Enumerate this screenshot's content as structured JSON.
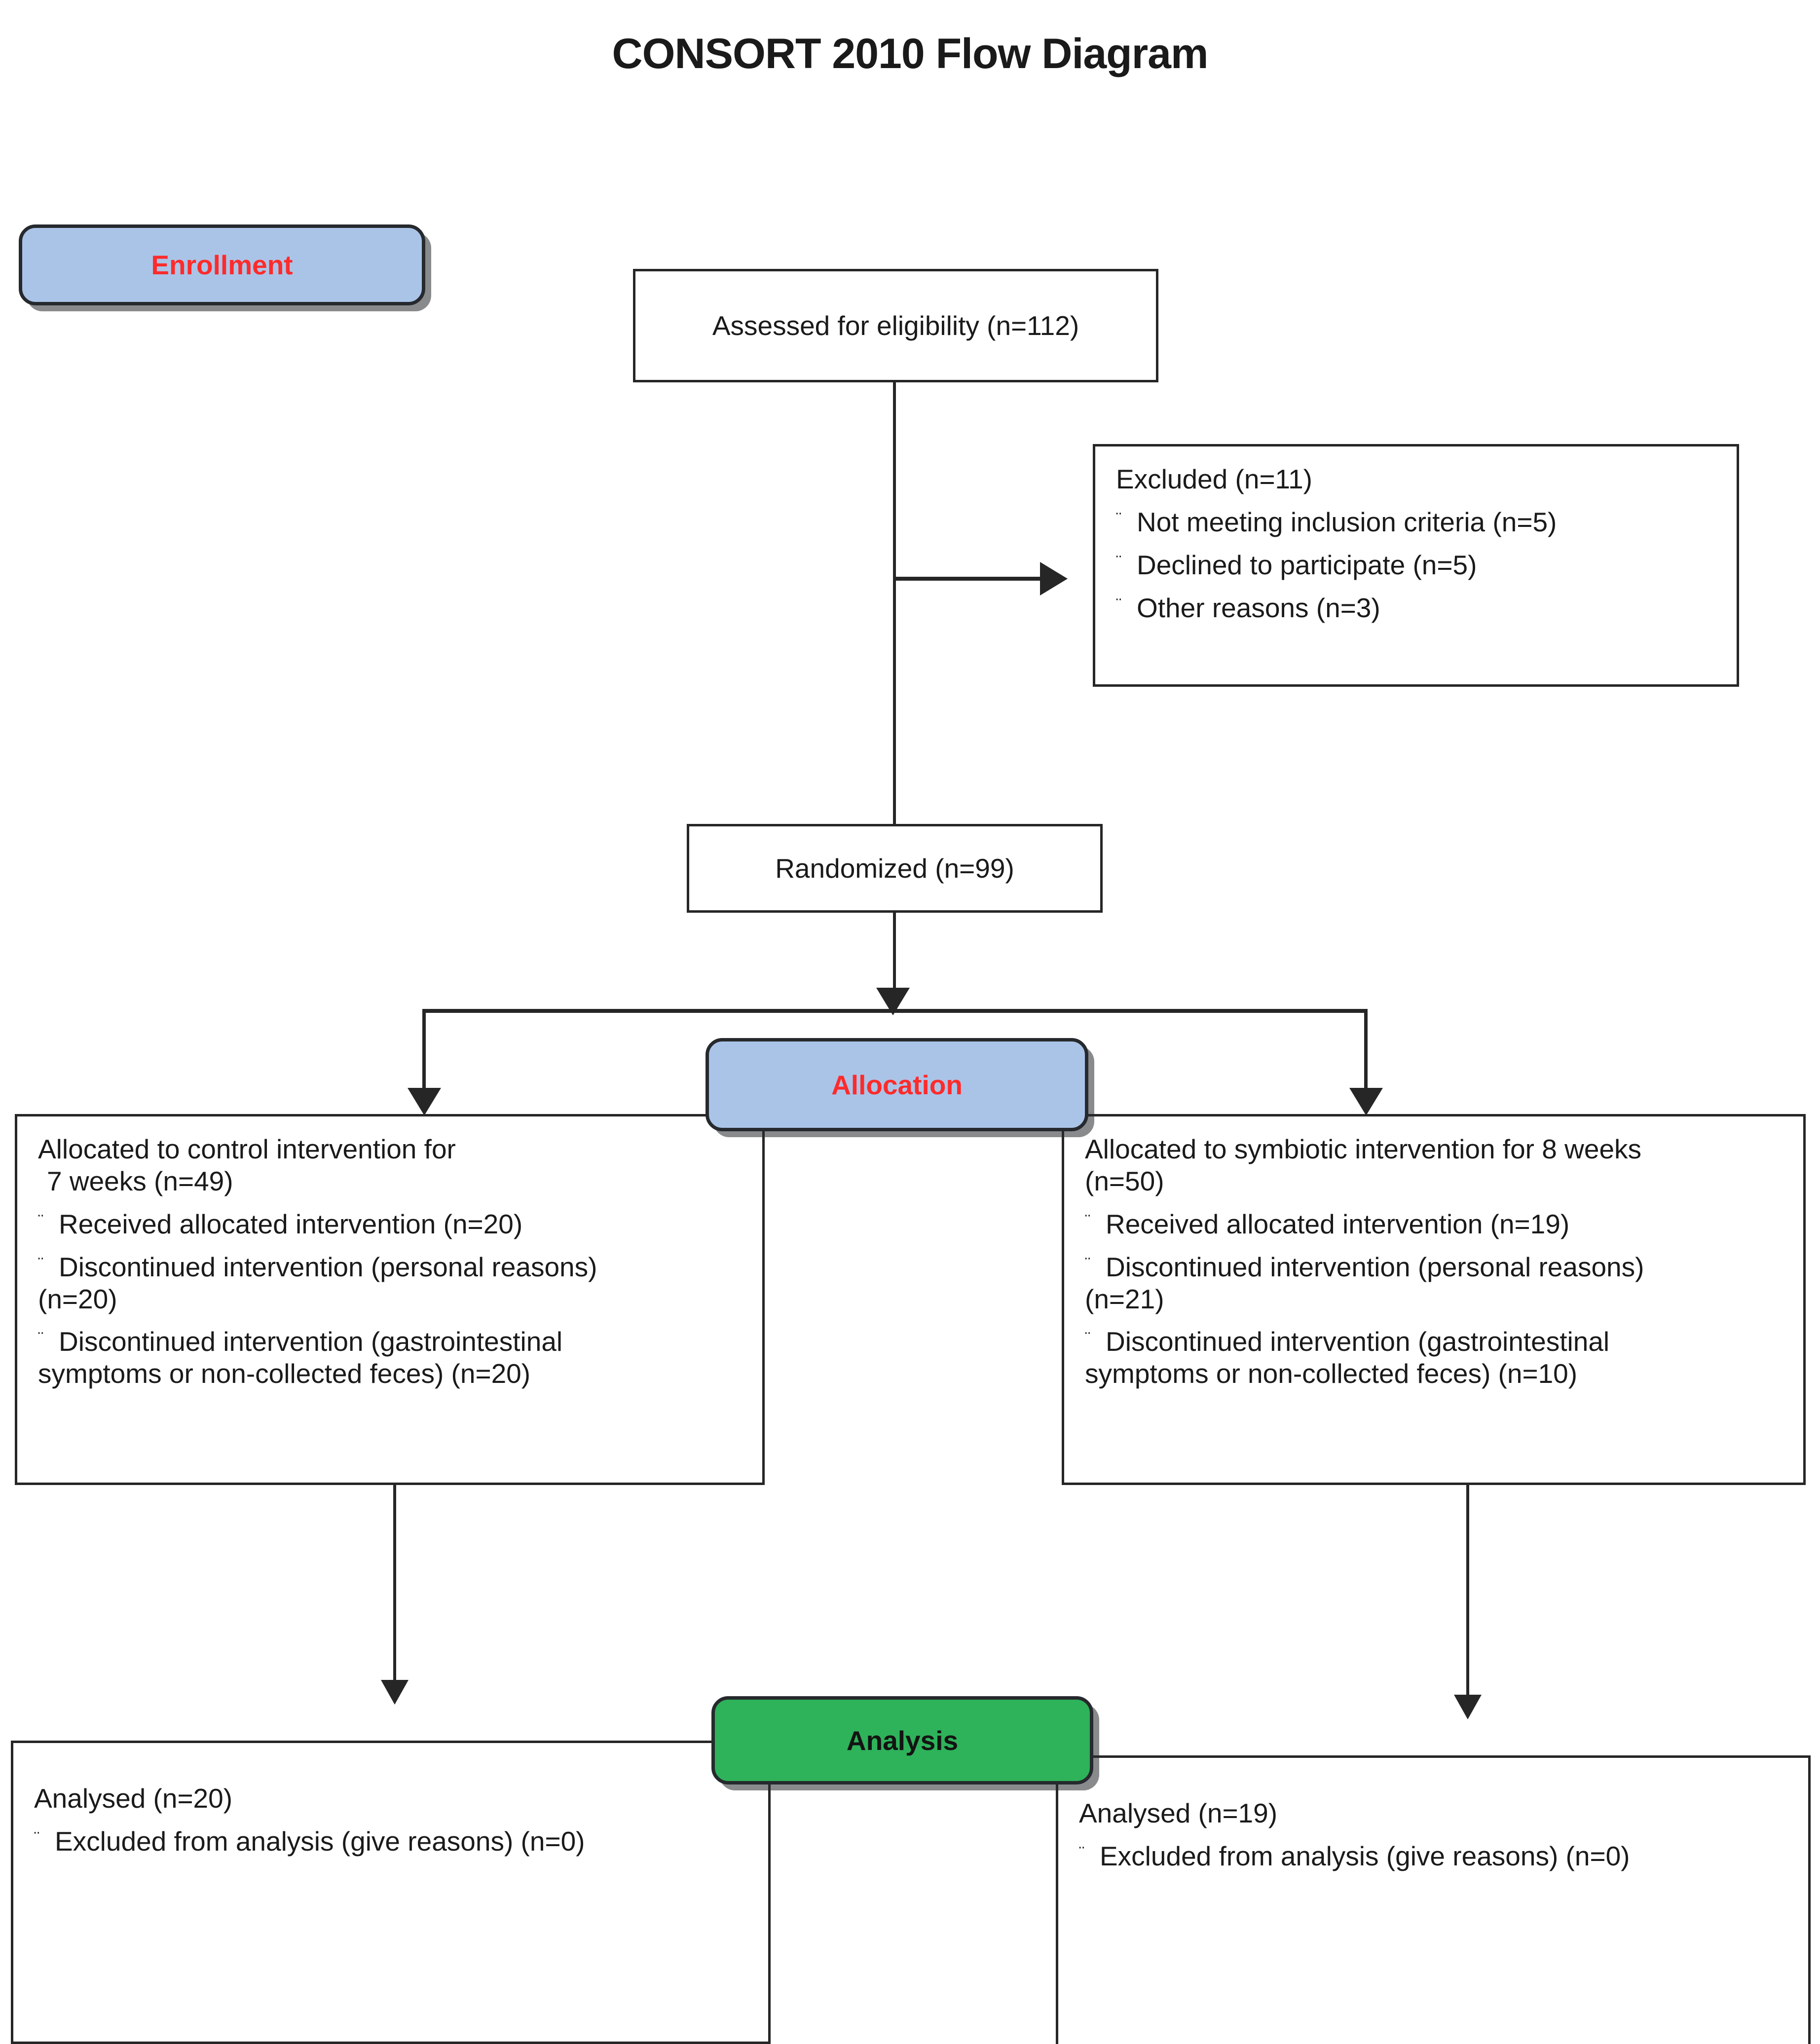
{
  "title": "CONSORT 2010 Flow Diagram",
  "stages": {
    "enrollment": "Enrollment",
    "allocation": "Allocation",
    "analysis": "Analysis"
  },
  "boxes": {
    "assessed": {
      "text": "Assessed for eligibility (n=112)"
    },
    "excluded": {
      "heading": "Excluded (n=11)",
      "items": [
        "Not meeting inclusion criteria (n=5)",
        "Declined to participate (n=5)",
        "Other reasons (n=3)"
      ]
    },
    "randomized": {
      "text": "Randomized (n=99)"
    },
    "alloc_left": {
      "heading_line1": "Allocated to control intervention for",
      "heading_line2": "7 weeks (n=49)",
      "items": [
        {
          "line1": "Received allocated intervention (n=20)",
          "line2": ""
        },
        {
          "line1": "Discontinued intervention (personal reasons)",
          "line2": "(n=20)"
        },
        {
          "line1": "Discontinued intervention (gastrointestinal",
          "line2": "symptoms or non-collected feces) (n=20)"
        }
      ]
    },
    "alloc_right": {
      "heading_line1": "Allocated to symbiotic intervention for 8 weeks",
      "heading_line2": "(n=50)",
      "items": [
        {
          "line1": "Received allocated intervention (n=19)",
          "line2": ""
        },
        {
          "line1": "Discontinued intervention (personal reasons)",
          "line2": "(n=21)"
        },
        {
          "line1": "Discontinued intervention (gastrointestinal",
          "line2": "symptoms or non-collected feces) (n=10)"
        }
      ]
    },
    "analysis_left": {
      "heading": "Analysed (n=20)",
      "items": [
        "Excluded from analysis (give reasons) (n=0)"
      ]
    },
    "analysis_right": {
      "heading": "Analysed (n=19)",
      "items": [
        "Excluded from analysis (give reasons) (n=0)"
      ]
    }
  },
  "bullet_glyph": "¨",
  "colors": {
    "stage_blue": "#aac4e8",
    "stage_green": "#2eb25a",
    "stage_blue_text": "#fd2b2b",
    "stage_green_text": "#131313",
    "box_border": "#262626",
    "text": "#1a1a1a"
  }
}
